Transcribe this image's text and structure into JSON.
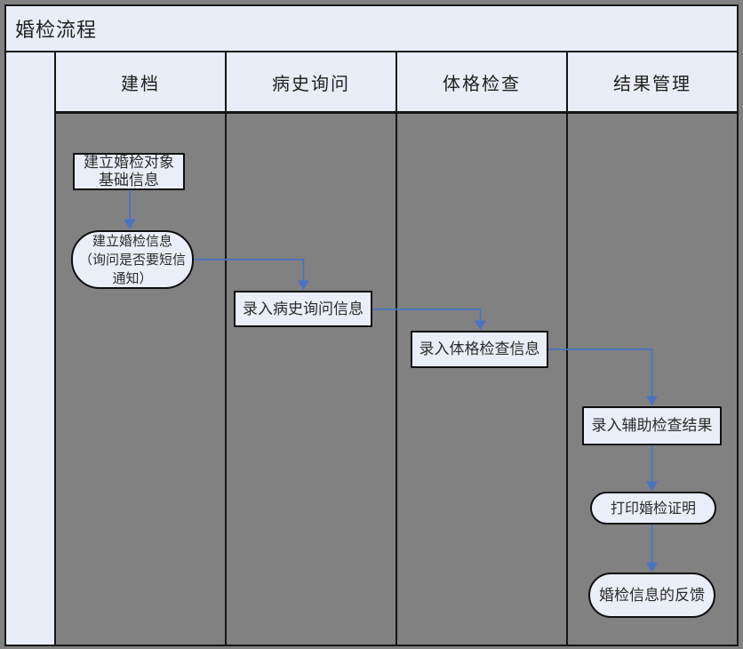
{
  "title": "婚检流程",
  "lanes": [
    {
      "label": "建档"
    },
    {
      "label": "病史询问"
    },
    {
      "label": "体格检查"
    },
    {
      "label": "结果管理"
    }
  ],
  "nodes": {
    "create_basic_info": {
      "label": "建立婚检对象\n基础信息",
      "shape": "rectangle",
      "lane": "建档"
    },
    "create_check_info": {
      "label": "建立婚检信息\n（询问是否要短信\n通知）",
      "shape": "ellipse",
      "lane": "建档"
    },
    "enter_history": {
      "label": "录入病史询问信息",
      "shape": "rectangle",
      "lane": "病史询问"
    },
    "enter_physical": {
      "label": "录入体格检查信息",
      "shape": "rectangle",
      "lane": "体格检查"
    },
    "enter_auxiliary": {
      "label": "录入辅助检查结果",
      "shape": "rectangle",
      "lane": "结果管理"
    },
    "print_certificate": {
      "label": "打印婚检证明",
      "shape": "stadium",
      "lane": "结果管理"
    },
    "feedback": {
      "label": "婚检信息的反馈",
      "shape": "stadium",
      "lane": "结果管理"
    }
  },
  "flow_order": [
    "create_basic_info",
    "create_check_info",
    "enter_history",
    "enter_physical",
    "enter_auxiliary",
    "print_certificate",
    "feedback"
  ],
  "colors": {
    "lane_body_gray": "#818181",
    "panel_blue": "#e8edf7",
    "node_fill": "#eaeef8",
    "border_black": "#151515",
    "arrow_blue": "#4a72c4"
  }
}
